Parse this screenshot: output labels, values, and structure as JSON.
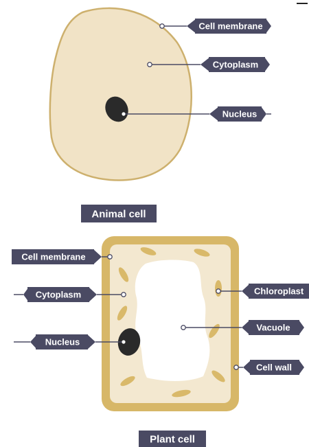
{
  "colors": {
    "cell_fill": "#f1e3c6",
    "membrane": "#cdb06d",
    "cell_wall": "#d7b768",
    "cytoplasm_plant": "#f3e8d0",
    "nucleus": "#2a2a2a",
    "chloroplast": "#d9b96a",
    "label_bg": "#4a4a63",
    "label_text": "#ffffff"
  },
  "animal_cell": {
    "caption": "Animal cell",
    "labels": {
      "membrane": "Cell membrane",
      "cytoplasm": "Cytoplasm",
      "nucleus": "Nucleus"
    }
  },
  "plant_cell": {
    "caption": "Plant cell",
    "labels": {
      "membrane": "Cell membrane",
      "cytoplasm": "Cytoplasm",
      "nucleus": "Nucleus",
      "chloroplast": "Chloroplast",
      "vacuole": "Vacuole",
      "cell_wall": "Cell wall"
    }
  }
}
